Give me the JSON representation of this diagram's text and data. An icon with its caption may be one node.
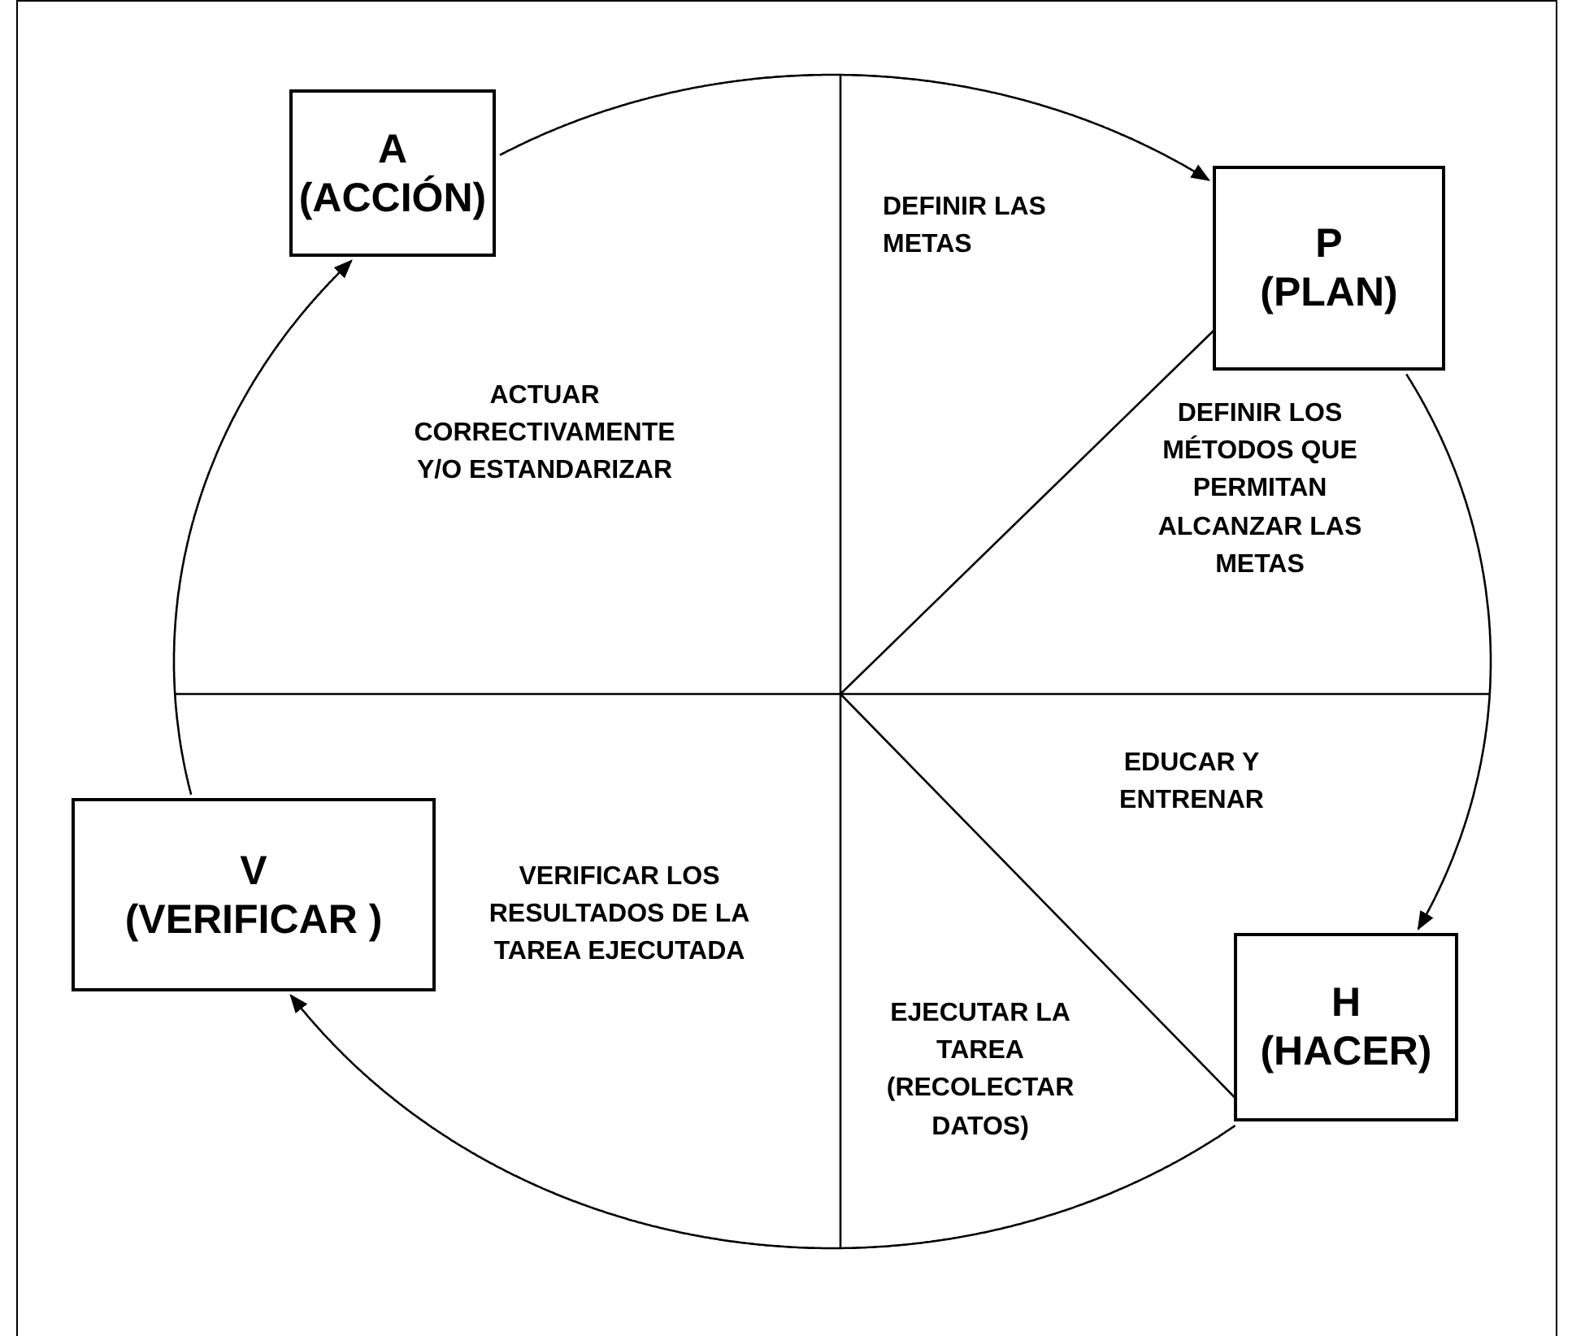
{
  "diagram": {
    "nodes": [
      {
        "text": [
          "A",
          "(ACCIÓN)"
        ]
      },
      {
        "text": [
          "P",
          "(PLAN)"
        ]
      },
      {
        "text": [
          "H",
          "(HACER)"
        ]
      },
      {
        "text": [
          "V",
          "(VERIFICAR )"
        ]
      }
    ],
    "edges": [
      {
        "from": 0,
        "to": 1,
        "arrow": "to"
      },
      {
        "from": 1,
        "to": 2,
        "arrow": "to"
      },
      {
        "from": 2,
        "to": 3,
        "arrow": "to"
      },
      {
        "from": 3,
        "to": 0,
        "arrow": "to"
      }
    ],
    "labels": [
      "DEFINIR LAS METAS",
      "ACTUAR CORRECTIVAMENTE Y/O ESTANDARIZAR",
      "DEFINIR LOS MÉTODOS QUE PERMITAN ALCANZAR LAS METAS",
      "EDUCAR Y ENTRENAR",
      "VERIFICAR LOS RESULTADOS DE LA TAREA EJECUTADA",
      "EJECUTAR LA TAREA (RECOLECTAR DATOS)"
    ]
  }
}
